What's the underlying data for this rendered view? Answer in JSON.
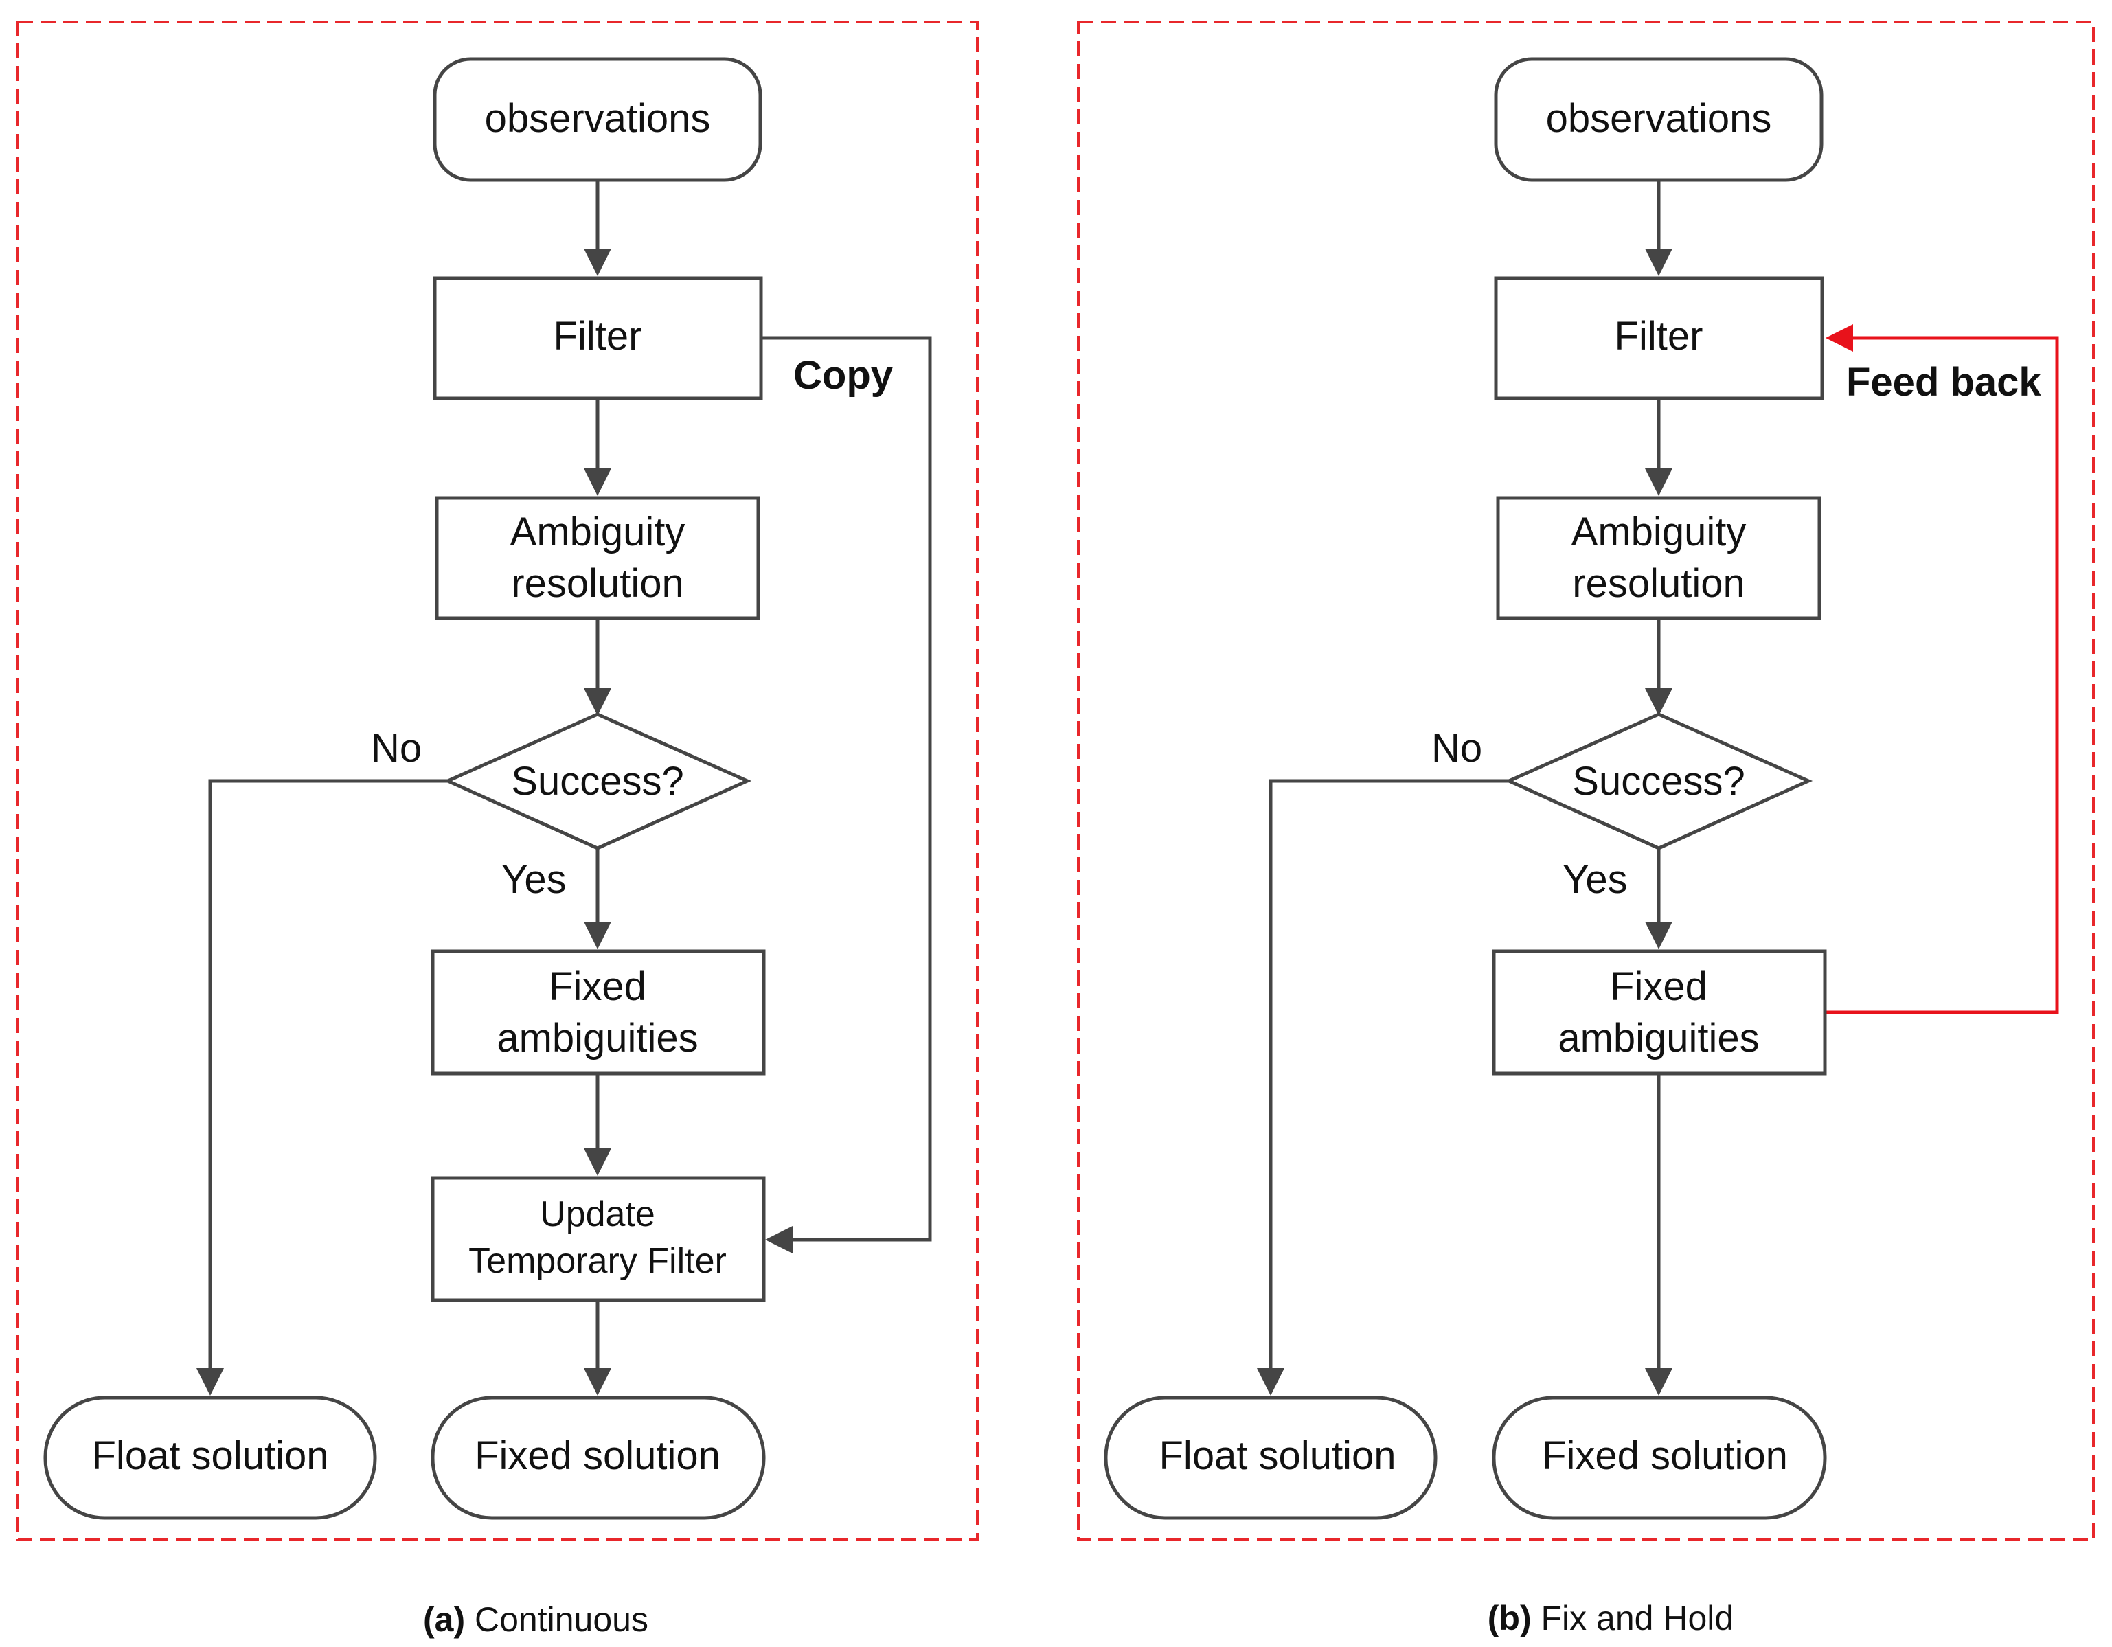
{
  "panel_a": {
    "caption_label": "(a)",
    "caption_text": "Continuous",
    "observations": "observations",
    "filter": "Filter",
    "copy": "Copy",
    "ambiguity_line1": "Ambiguity",
    "ambiguity_line2": "resolution",
    "success": "Success?",
    "no": "No",
    "yes": "Yes",
    "fixed_line1": "Fixed",
    "fixed_line2": "ambiguities",
    "update_line1": "Update",
    "update_line2": "Temporary Filter",
    "float_solution": "Float solution",
    "fixed_solution": "Fixed solution"
  },
  "panel_b": {
    "caption_label": "(b)",
    "caption_text": "Fix and Hold",
    "observations": "observations",
    "filter": "Filter",
    "feed_back": "Feed back",
    "ambiguity_line1": "Ambiguity",
    "ambiguity_line2": "resolution",
    "success": "Success?",
    "no": "No",
    "yes": "Yes",
    "fixed_line1": "Fixed",
    "fixed_line2": "ambiguities",
    "float_solution": "Float solution",
    "fixed_solution": "Fixed solution"
  },
  "colors": {
    "frame": "#e8272b",
    "feedback": "#e8121b",
    "line": "#454545"
  }
}
